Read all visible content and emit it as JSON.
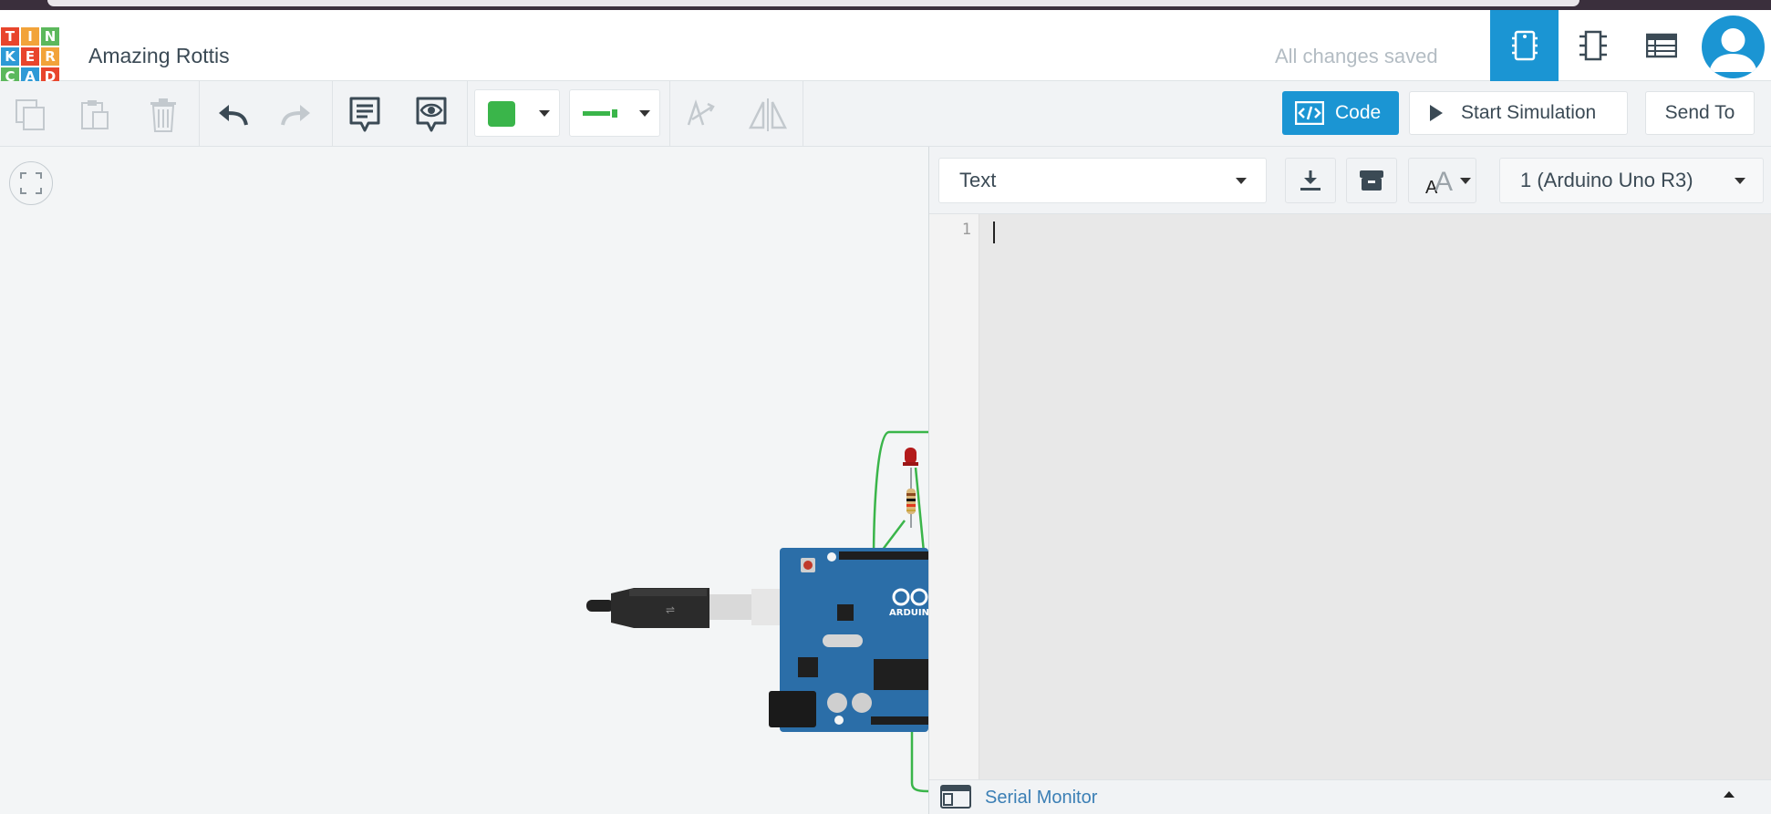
{
  "logo": {
    "letters": [
      "T",
      "I",
      "N",
      "K",
      "E",
      "R",
      "C",
      "A",
      "D"
    ],
    "colors": [
      "#e8452c",
      "#f2a33a",
      "#5cb85c",
      "#2e9ad6",
      "#e8452c",
      "#f2a33a",
      "#5cb85c",
      "#2e9ad6",
      "#e8452c"
    ]
  },
  "header": {
    "project_title": "Amazing Rottis",
    "save_status": "All changes saved",
    "views": [
      "circuit-view",
      "schematic-view",
      "component-list-view"
    ]
  },
  "toolbar": {
    "tools": [
      "copy",
      "paste",
      "delete",
      "undo",
      "redo",
      "notes",
      "notes-visibility",
      "color",
      "wire-style",
      "rotate",
      "flip"
    ],
    "wire_color": "#3ab54a",
    "code_label": "Code",
    "simulate_label": "Start Simulation",
    "send_to_label": "Send To"
  },
  "code_panel": {
    "mode": "Text",
    "device": "1 (Arduino Uno R3)",
    "line_numbers": [
      "1"
    ],
    "code": "",
    "serial_monitor_label": "Serial Monitor"
  },
  "canvas": {
    "board_name": "ARDUINO",
    "components": [
      "usb-cable",
      "arduino-uno-r3",
      "led-red",
      "resistor"
    ],
    "wire_color": "#3ab54a",
    "board_color": "#2b6ea8",
    "led_color": "#b31b1b"
  },
  "colors": {
    "accent": "#1b95d3",
    "text": "#3b4a55",
    "muted": "#b3bcc3"
  }
}
